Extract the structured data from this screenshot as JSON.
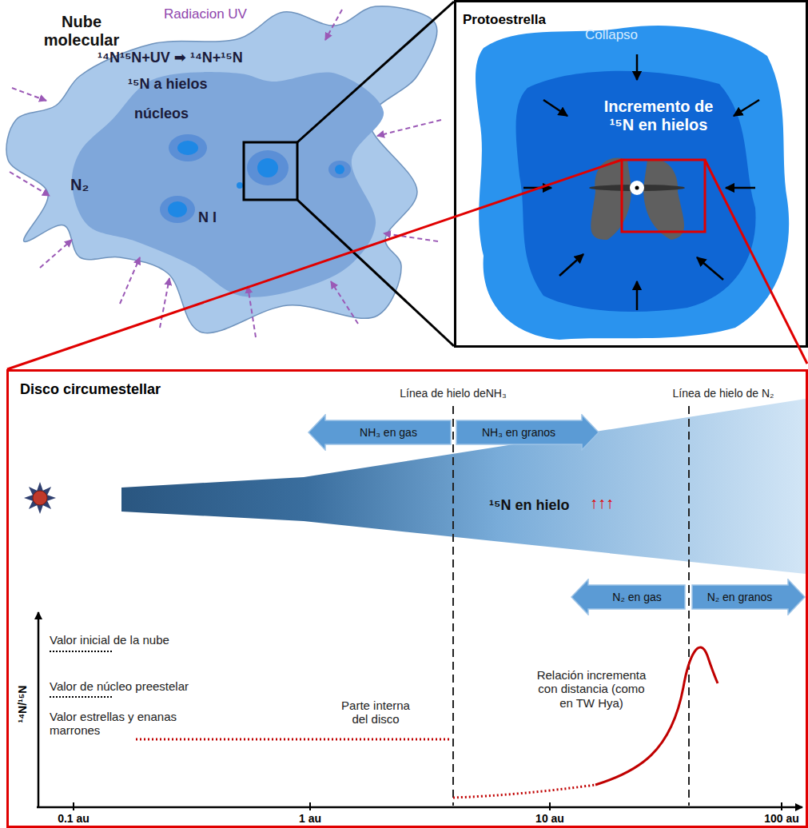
{
  "diagram": {
    "nodes": [
      {
        "text": [
          "Nube molecular"
        ]
      },
      {
        "text": [
          "Protoestrella"
        ]
      },
      {
        "text": [
          "Disco circumestellar"
        ]
      },
      {
        "text": [
          "NH₃ en gas"
        ],
        "in": 2
      },
      {
        "text": [
          "NH₃ en granos"
        ],
        "in": 2
      },
      {
        "text": [
          "N₂ en gas"
        ],
        "in": 2
      },
      {
        "text": [
          "N₂ en granos"
        ],
        "in": 2
      }
    ],
    "labels": [
      "Radiacion UV",
      "¹⁴N¹⁵N+UV ➡ ¹⁴N+¹⁵N",
      "¹⁵N a hielos",
      "núcleos",
      "N₂",
      "N I",
      "Collapso",
      "Incremento de ¹⁵N en hielos",
      "Línea de hielo deNH₃",
      "Línea de hielo de N₂",
      "¹⁵N en hielo",
      "↑↑↑",
      "¹⁴N/¹⁵N",
      "Valor inicial de la nube",
      "Valor de núcleo preestelar",
      "Valor estrellas y enanas marrones",
      "Parte interna del disco",
      "Relación incrementa con distancia (como en TW Hya)",
      "0.1 au",
      "1 au",
      "10 au",
      "100 au"
    ]
  }
}
